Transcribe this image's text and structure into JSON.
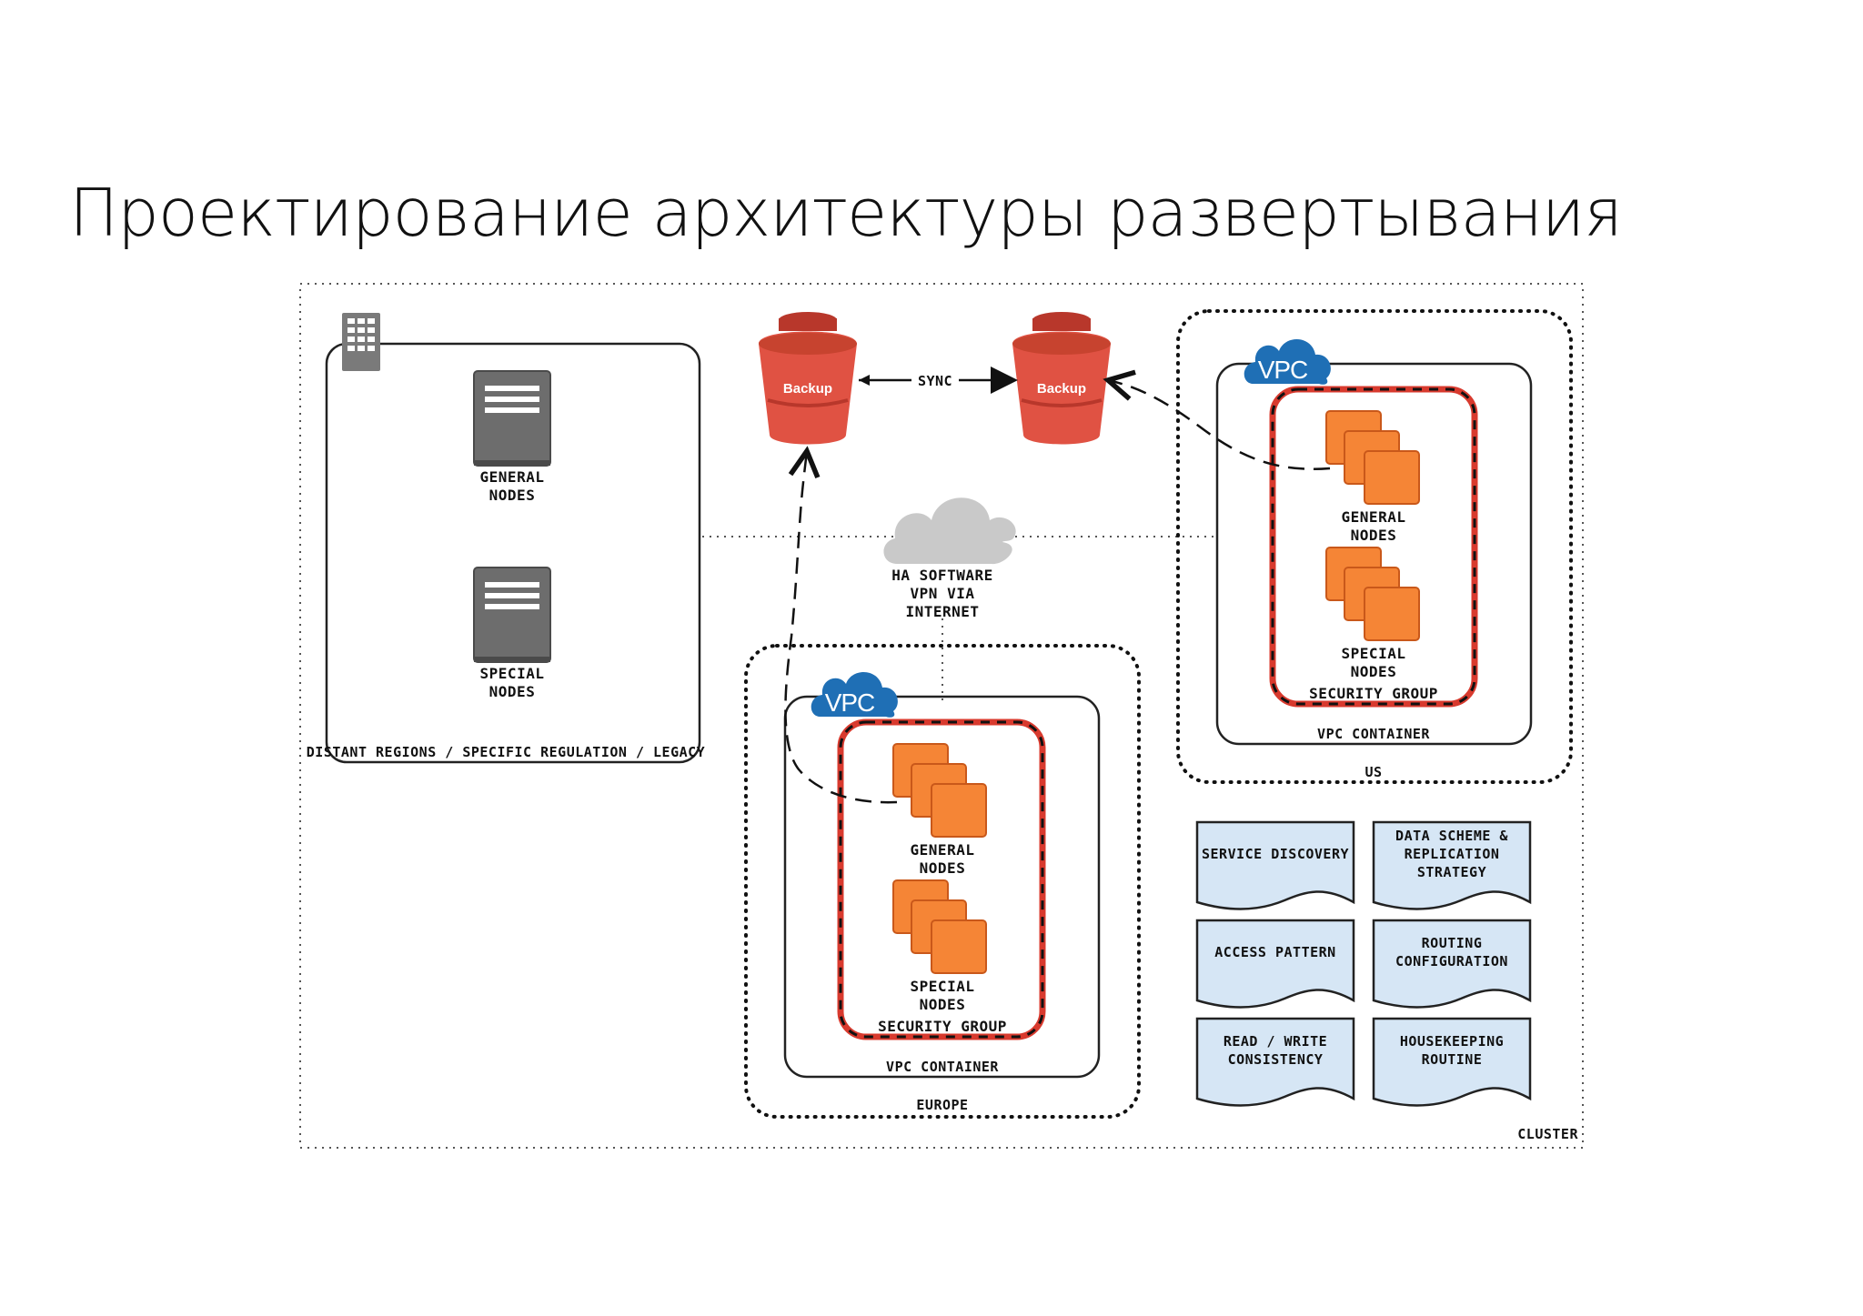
{
  "title": "Проектирование архитектуры развертывания",
  "cluster_label": "CLUSTER",
  "legacy": {
    "label": "DISTANT REGIONS / SPECIFIC REGULATION / LEGACY",
    "general_l1": "GENERAL",
    "general_l2": "NODES",
    "special_l1": "SPECIAL",
    "special_l2": "NODES",
    "icon": "building-icon"
  },
  "backup": {
    "left_label": "Backup",
    "right_label": "Backup",
    "sync_label": "SYNC"
  },
  "internet": {
    "line1": "HA SOFTWARE",
    "line2": "VPN VIA",
    "line3": "INTERNET",
    "icon": "cloud-icon"
  },
  "us": {
    "region_label": "US",
    "vpc_badge": "VPC",
    "container_label": "VPC CONTAINER",
    "security_group_label": "SECURITY GROUP",
    "general_l1": "GENERAL",
    "general_l2": "NODES",
    "special_l1": "SPECIAL",
    "special_l2": "NODES"
  },
  "europe": {
    "region_label": "EUROPE",
    "vpc_badge": "VPC",
    "container_label": "VPC CONTAINER",
    "security_group_label": "SECURITY GROUP",
    "general_l1": "GENERAL",
    "general_l2": "NODES",
    "special_l1": "SPECIAL",
    "special_l2": "NODES"
  },
  "docs": {
    "service_discovery": "SERVICE DISCOVERY",
    "data_scheme_l1": "DATA SCHEME &",
    "data_scheme_l2": "REPLICATION",
    "data_scheme_l3": "STRATEGY",
    "access_pattern": "ACCESS PATTERN",
    "routing_l1": "ROUTING",
    "routing_l2": "CONFIGURATION",
    "rw_l1": "READ / WRITE",
    "rw_l2": "CONSISTENCY",
    "housekeeping_l1": "HOUSEKEEPING",
    "housekeeping_l2": "ROUTINE"
  },
  "colors": {
    "aws_orange": "#F58536",
    "aws_orange_dark": "#D9661F",
    "bucket_red": "#E05243",
    "bucket_red_dark": "#B8372B",
    "vpc_blue": "#1F6FB5",
    "server_gray": "#6D6D6D",
    "doc_fill": "#D6E6F5",
    "security_red": "#D83A2E"
  }
}
